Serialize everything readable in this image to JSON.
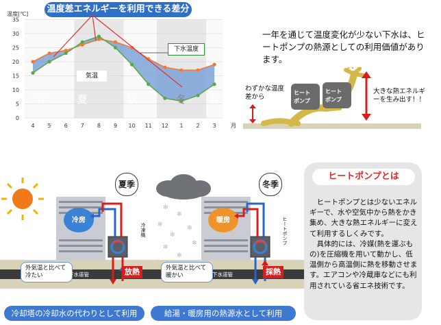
{
  "chart": {
    "title": "温度差エネルギーを利用できる差分",
    "unit_label": "温度[℃]",
    "legend_sewer": "下水温度",
    "legend_air": "気温",
    "seasons": [
      "春",
      "夏",
      "秋",
      "冬",
      "春"
    ]
  },
  "chart_data": {
    "type": "line",
    "title": "温度差エネルギーを利用できる差分",
    "ylabel": "温度[℃]",
    "xlabel": "月",
    "ylim": [
      0,
      35
    ],
    "yticks": [
      0,
      5,
      10,
      15,
      20,
      25,
      30,
      35
    ],
    "categories": [
      "4",
      "5",
      "6",
      "7",
      "8",
      "9",
      "10",
      "11",
      "12",
      "1",
      "2",
      "3"
    ],
    "series": [
      {
        "name": "下水温度",
        "color": "#f07a3a",
        "values": [
          20,
          23,
          24,
          26,
          28,
          27,
          25,
          21,
          18,
          17,
          17,
          19
        ]
      },
      {
        "name": "気温",
        "color": "#5aa84a",
        "values": [
          16,
          20,
          23,
          27,
          29,
          25,
          19,
          12,
          7,
          6,
          8,
          12
        ]
      }
    ],
    "grid": true,
    "shaded_seasons": [
      "夏",
      "冬"
    ]
  },
  "main_text": "一年を通じて温度変化が少ない下水は、ヒートポンプの熱源としての利用価値があります。",
  "hp_diagram": {
    "left_note": "わずかな温度差から",
    "right_note": "大きな熱エネルギーを生み出す！！",
    "box_label": "ヒートポンプ"
  },
  "summer": {
    "season": "夏季",
    "building": "冷房",
    "unit_label": "冷凍機",
    "bubble": "外気温と比べて冷たい",
    "pipe": "下水道管",
    "tag": "放熱",
    "caption": "冷却塔の冷却水の代わりとして利用"
  },
  "winter": {
    "season": "冬季",
    "building": "暖房",
    "unit_label": "ヒートポンプ",
    "bubble": "外気温と比べて暖かい",
    "pipe": "下水道管",
    "tag": "採熱",
    "caption": "給湯・暖房用の熱源水として利用"
  },
  "heat_pump_info": {
    "title": "ヒートポンプとは",
    "paragraph1": "ヒートポンプとは少ないエネルギーで、水や空気中から熱をかき集め、大きな熱エネルギーに変えて利用するしくみです。",
    "paragraph2": "具体的には、冷媒(熱を運ぶもの)を圧縮機を用いて動かし、低温側から高温側に熱を移動させます。エアコンや冷蔵庫などにも利用されている省エネ技術です。"
  }
}
